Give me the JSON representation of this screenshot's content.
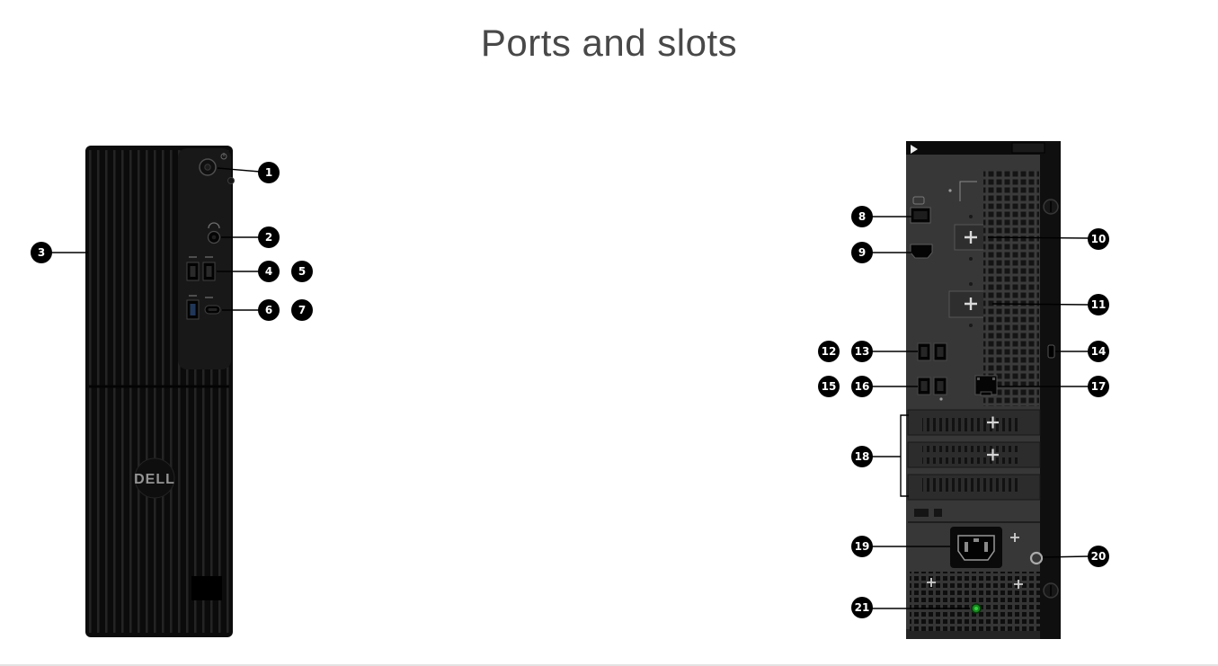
{
  "page": {
    "title": "Ports and slots"
  },
  "branding": {
    "logo_text": "DELL"
  },
  "colors": {
    "page_background": "#ffffff",
    "title_text": "#484848",
    "callout_background": "#000000",
    "callout_text": "#ffffff",
    "front_chassis": "#0c0c0c",
    "back_chassis": "#373737",
    "diagnostic_led_green": "#35d13f"
  },
  "callouts": [
    "1",
    "2",
    "3",
    "4",
    "5",
    "6",
    "7",
    "8",
    "9",
    "10",
    "11",
    "12",
    "13",
    "14",
    "15",
    "16",
    "17",
    "18",
    "19",
    "20",
    "21"
  ],
  "icons": {
    "front": [
      "power-button-icon",
      "headset-jack-icon",
      "usb-a-port-icon",
      "usb-a-port-icon",
      "usb-a-port-icon",
      "usb-c-port-icon",
      "dell-logo"
    ],
    "back": [
      "displayport-icon",
      "hdmi-port-icon",
      "optional-port-plate-icon",
      "optional-port-plate-icon",
      "usb-a-port-icon",
      "usb-a-port-icon",
      "usb-a-port-icon",
      "usb-a-port-icon",
      "ethernet-port-icon",
      "security-lock-slot-icon",
      "expansion-slot-icon",
      "power-connector-icon",
      "padlock-ring-icon",
      "psu-diagnostic-led-icon"
    ]
  }
}
